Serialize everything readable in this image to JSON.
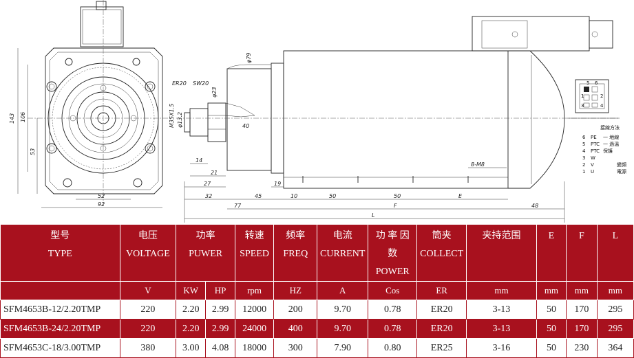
{
  "drawing": {
    "front_view_dims": {
      "height_outer": "143",
      "height_inner": "106",
      "side": "53",
      "bottom_inner": "52",
      "bottom_outer": "92"
    },
    "side_view_dims": {
      "dia_79": "φ79",
      "er20": "ER20",
      "sw20": "SW20",
      "dia_23": "φ23",
      "thread": "M35X1.5",
      "dia_13": "φ13.2",
      "d14": "14",
      "d21": "21",
      "d27": "27",
      "d19": "19",
      "d40": "40",
      "d8m8": "8-M8",
      "d32": "32",
      "d45": "45",
      "d10": "10",
      "d50a": "50",
      "d50b": "50",
      "dE": "E",
      "dF": "F",
      "dL": "L",
      "d77": "77",
      "d48": "48"
    },
    "wiring": {
      "title": "接線方法",
      "pins": [
        {
          "num": "6",
          "code": "PE",
          "note": "一 地線"
        },
        {
          "num": "5",
          "code": "PTC",
          "note": "一 過溫"
        },
        {
          "num": "4",
          "code": "PTC",
          "note": "保護"
        },
        {
          "num": "3",
          "code": "W",
          "note": ""
        },
        {
          "num": "2",
          "code": "V",
          "note": ""
        },
        {
          "num": "1",
          "code": "U",
          "note": ""
        }
      ],
      "group_note": "變頻\n電源",
      "group_note_1": "變頻",
      "group_note_2": "電源",
      "connector_pins": [
        "1",
        "2",
        "3",
        "4",
        "5",
        "6"
      ]
    }
  },
  "table": {
    "headers": [
      {
        "top": "型号",
        "mid": "TYPE",
        "unit": ""
      },
      {
        "top": "电压",
        "mid": "VOLTAGE",
        "unit": "V"
      },
      {
        "top": "功率",
        "mid": "PUWER",
        "unit": ""
      },
      {
        "top": "转速",
        "mid": "SPEED",
        "unit": "rpm"
      },
      {
        "top": "频率",
        "mid": "FREQ",
        "unit": "HZ"
      },
      {
        "top": "电流",
        "mid": "CURRENT",
        "unit": "A"
      },
      {
        "top": "功 率 因",
        "mid": "数",
        "bot": "POWER",
        "unit": "Cos"
      },
      {
        "top": "筒夹",
        "mid": "COLLECT",
        "unit": "ER"
      },
      {
        "top": "夹持范围",
        "mid": "",
        "unit": "mm"
      },
      {
        "top": "E",
        "mid": "",
        "unit": "mm"
      },
      {
        "top": "F",
        "mid": "",
        "unit": "mm"
      },
      {
        "top": "L",
        "mid": "",
        "unit": "mm"
      }
    ],
    "power_units": {
      "kw": "KW",
      "hp": "HP"
    },
    "rows": [
      {
        "type": "SFM4653B-12/2.20TMP",
        "voltage": "220",
        "kw": "2.20",
        "hp": "2.99",
        "speed": "12000",
        "freq": "200",
        "current": "9.70",
        "cos": "0.78",
        "er": "ER20",
        "range": "3-13",
        "e": "50",
        "f": "170",
        "l": "295"
      },
      {
        "type": "SFM4653B-24/2.20TMP",
        "voltage": "220",
        "kw": "2.20",
        "hp": "2.99",
        "speed": "24000",
        "freq": "400",
        "current": "9.70",
        "cos": "0.78",
        "er": "ER20",
        "range": "3-13",
        "e": "50",
        "f": "170",
        "l": "295"
      },
      {
        "type": "SFM4653C-18/3.00TMP",
        "voltage": "380",
        "kw": "3.00",
        "hp": "4.08",
        "speed": "18000",
        "freq": "300",
        "current": "7.90",
        "cos": "0.80",
        "er": "ER25",
        "range": "3-16",
        "e": "50",
        "f": "230",
        "l": "364"
      }
    ],
    "colors": {
      "header_bg": "#a8111e",
      "header_fg": "#ffffff"
    }
  }
}
